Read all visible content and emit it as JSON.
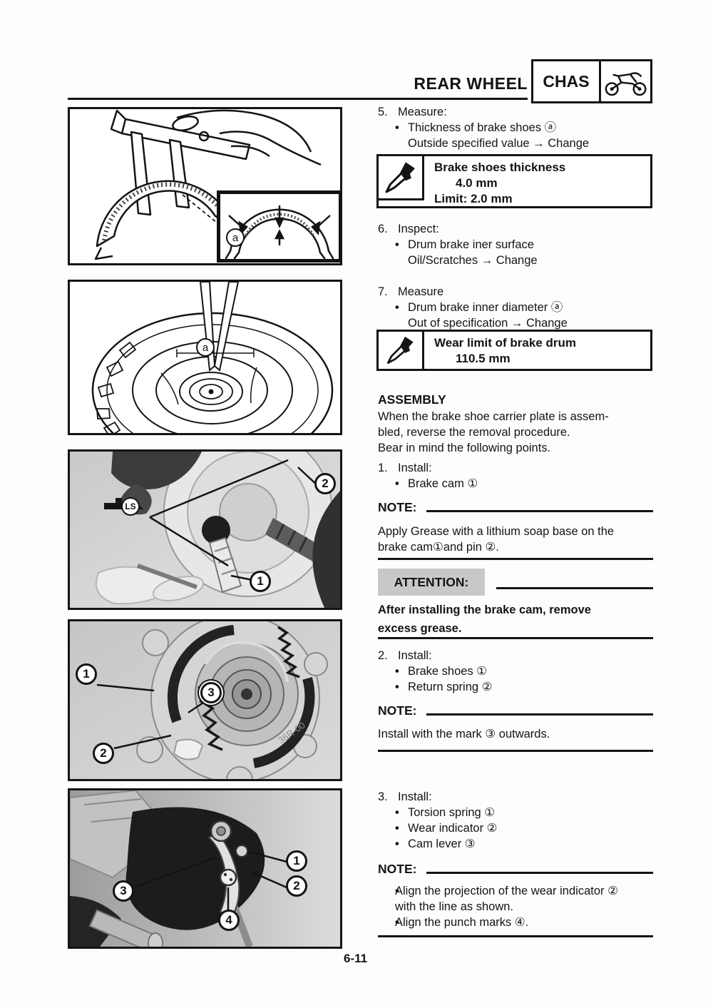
{
  "header": {
    "title": "REAR WHEEL",
    "chapter_code": "CHAS",
    "chapter_icon": "motorcycle-icon"
  },
  "right": {
    "step5": {
      "num": "5.",
      "title": "Measure:",
      "line1": "Thickness of brake shoes ⓐ",
      "line2": "Outside specified value → Change"
    },
    "spec1": {
      "icon": "wrench-icon",
      "title": "Brake shoes thickness",
      "value": "4.0 mm",
      "limit": "Limit: 2.0 mm"
    },
    "step6": {
      "num": "6.",
      "title": "Inspect:",
      "line1": "Drum brake iner surface",
      "line2": "Oil/Scratches → Change"
    },
    "step7": {
      "num": "7.",
      "title": "Measure",
      "line1": "Drum brake inner diameter ⓐ",
      "line2": "Out of specification → Change"
    },
    "spec2": {
      "icon": "wrench-icon",
      "title": "Wear limit of brake drum",
      "value": "110.5 mm"
    },
    "assembly": {
      "heading": "ASSEMBLY",
      "line1": "When the brake shoe carrier plate is assem-",
      "line2": "bled, reverse the removal procedure.",
      "line3": "Bear in mind the following points."
    },
    "step1": {
      "num": "1.",
      "title": "Install:",
      "bullet1": "Brake cam ①"
    },
    "note1": {
      "label": "NOTE:",
      "line1": "Apply Grease with a lithium soap base on the",
      "line2": "brake cam①and pin ②."
    },
    "attention": {
      "label": "ATTENTION:",
      "line1": "After installing the brake cam, remove",
      "line2": "excess grease."
    },
    "step2": {
      "num": "2.",
      "title": "Install:",
      "bullet1": "Brake shoes ①",
      "bullet2": "Return spring ②"
    },
    "note2": {
      "label": "NOTE:",
      "line1": "Install with the mark ③ outwards."
    },
    "step3": {
      "num": "3.",
      "title": "Install:",
      "bullet1": "Torsion spring ①",
      "bullet2": "Wear indicator ②",
      "bullet3": "Cam lever ③"
    },
    "note3": {
      "label": "NOTE:",
      "b1l1": "Align the projection of the wear indicator ②",
      "b1l2": "with the line as shown.",
      "b2": "Align the punch marks ④."
    }
  },
  "figures": {
    "fig1": {
      "description": "Measuring brake shoe thickness with a vernier caliper; inset shows lining measuring points",
      "callout_a": "a"
    },
    "fig2": {
      "description": "Measuring drum brake inner diameter on the rear wheel with a vernier caliper",
      "callout_a": "a"
    },
    "fig3": {
      "description": "Greasing and installing the brake cam in the brake shoe carrier plate",
      "grease_code": "LS",
      "callout_1": "1",
      "callout_2": "2"
    },
    "fig4": {
      "description": "Brake shoes and return spring installed; mark outwards",
      "callout_1": "1",
      "callout_2": "2",
      "callout_3": "3",
      "casting_mark": "36R-00"
    },
    "fig5": {
      "description": "Torsion spring, wear indicator and cam lever alignment with punch marks",
      "callout_1": "1",
      "callout_2": "2",
      "callout_3": "3",
      "callout_4": "4"
    }
  },
  "footer": {
    "page_number": "6-11"
  },
  "colors": {
    "ink": "#141414",
    "attention_bg": "#c8c8c8",
    "paper": "#fdfdfc",
    "photo_gray": "#cccccc"
  }
}
